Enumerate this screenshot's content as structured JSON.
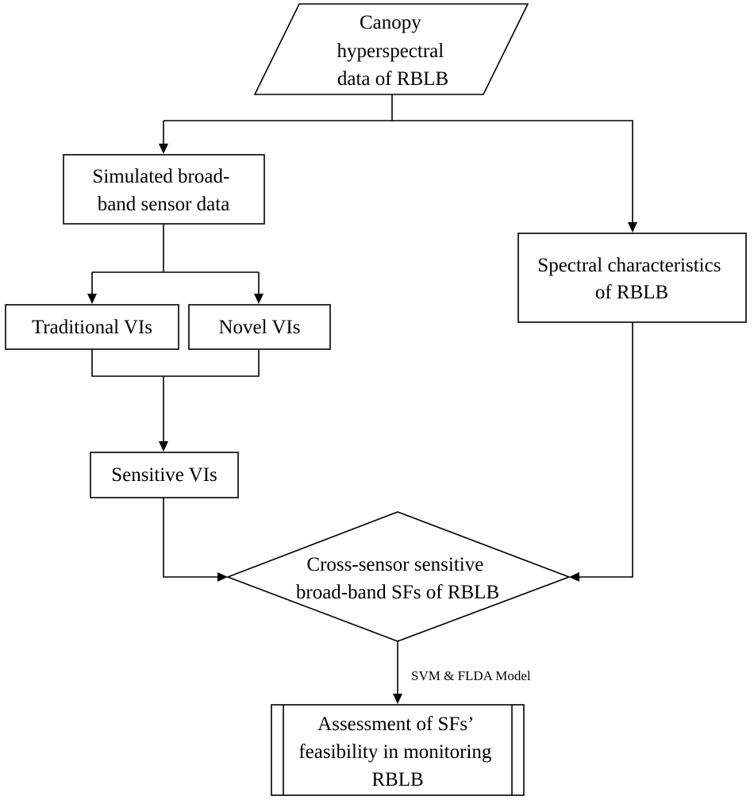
{
  "diagram": {
    "nodes": {
      "input_data": {
        "shape": "parallelogram",
        "lines": [
          "Canopy",
          "hyperspectral",
          "data of RBLB"
        ]
      },
      "simulated_data": {
        "shape": "rectangle",
        "lines": [
          "Simulated broad-",
          "band sensor data"
        ]
      },
      "spectral_characteristics": {
        "shape": "rectangle",
        "lines": [
          "Spectral characteristics",
          "of RBLB"
        ]
      },
      "traditional_vis": {
        "shape": "rectangle",
        "lines": [
          "Traditional VIs"
        ]
      },
      "novel_vis": {
        "shape": "rectangle",
        "lines": [
          "Novel VIs"
        ]
      },
      "sensitive_vis": {
        "shape": "rectangle",
        "lines": [
          "Sensitive VIs"
        ]
      },
      "cross_sensor_sfs": {
        "shape": "diamond",
        "lines": [
          "Cross-sensor sensitive",
          "broad-band SFs of RBLB"
        ]
      },
      "assessment": {
        "shape": "predefined-process",
        "lines": [
          "Assessment of SFs’",
          "feasibility in monitoring",
          "RBLB"
        ]
      }
    },
    "edges": [
      {
        "from": "input_data",
        "to": "simulated_data"
      },
      {
        "from": "input_data",
        "to": "spectral_characteristics"
      },
      {
        "from": "simulated_data",
        "to": "traditional_vis"
      },
      {
        "from": "simulated_data",
        "to": "novel_vis"
      },
      {
        "from": "traditional_vis",
        "to": "sensitive_vis"
      },
      {
        "from": "novel_vis",
        "to": "sensitive_vis"
      },
      {
        "from": "sensitive_vis",
        "to": "cross_sensor_sfs"
      },
      {
        "from": "spectral_characteristics",
        "to": "cross_sensor_sfs"
      },
      {
        "from": "cross_sensor_sfs",
        "to": "assessment",
        "label": "SVM & FLDA Model"
      }
    ],
    "colors": {
      "stroke": "#000000",
      "fill": "#ffffff",
      "text": "#000000"
    }
  }
}
